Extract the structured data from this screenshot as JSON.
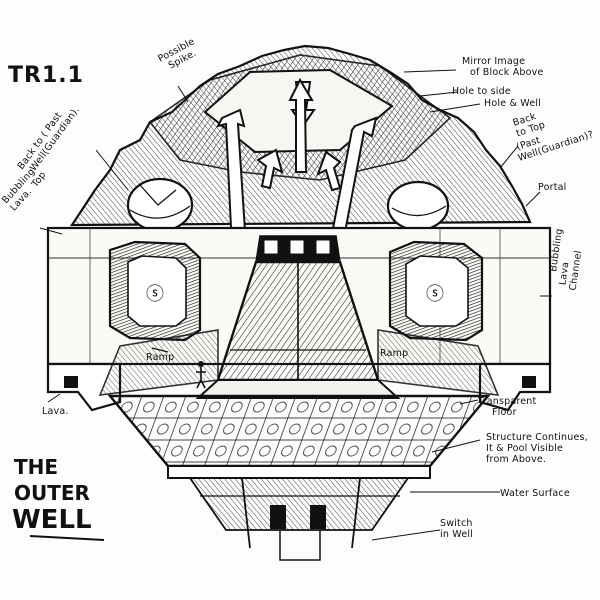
{
  "sheet_code": "TR1.1",
  "main_title": {
    "line1": "THE",
    "line2": "OUTER",
    "line3": "WELL"
  },
  "annotations": {
    "possible_spike": {
      "line1": "Possible",
      "line2": "Spike."
    },
    "back_to_past_well": {
      "line1": "Back to ( Past",
      "line2": "Well(Guardian).",
      "line3": "Top"
    },
    "bubbling_lava_left": {
      "line1": "Bubbling",
      "line2": "Lava."
    },
    "mirror_image": {
      "line1": "Mirror Image",
      "line2": "of Block Above"
    },
    "hole_to_side": "Hole to side",
    "hole_and_well": "Hole & Well",
    "back_to_top": {
      "line1": "Back",
      "line2": "to Top",
      "line3": "(Past",
      "line4": "Well(Guardian)?"
    },
    "portal": "Portal",
    "bubbling_lava_right": {
      "line1": "Bubbling",
      "line2": "Lava",
      "line3": "Channel"
    },
    "ramp_left": "Ramp",
    "ramp_right": "Ramp",
    "lava": "Lava.",
    "transparent_floor": {
      "line1": "Transparent",
      "line2": "Floor"
    },
    "structure_continues": {
      "line1": "Structure Continues,",
      "line2": "It & Pool Visible",
      "line3": "from Above."
    },
    "water_surface": "Water Surface",
    "switch_in_well": {
      "line1": "Switch",
      "line2": "in Well"
    }
  },
  "colors": {
    "ink": "#111111",
    "paper": "#fdfdfb",
    "hatch": "#444444"
  }
}
